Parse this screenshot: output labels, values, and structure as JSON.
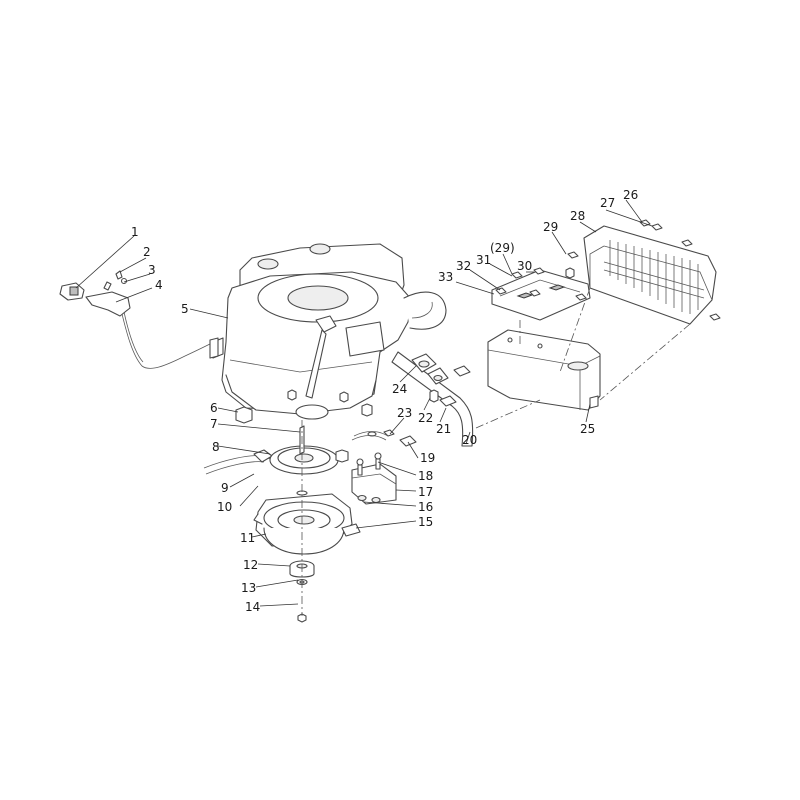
{
  "callouts": [
    {
      "id": "1",
      "text": "1"
    },
    {
      "id": "2",
      "text": "2"
    },
    {
      "id": "3",
      "text": "3"
    },
    {
      "id": "4",
      "text": "4"
    },
    {
      "id": "5",
      "text": "5"
    },
    {
      "id": "6",
      "text": "6"
    },
    {
      "id": "7",
      "text": "7"
    },
    {
      "id": "8",
      "text": "8"
    },
    {
      "id": "9",
      "text": "9"
    },
    {
      "id": "10",
      "text": "10"
    },
    {
      "id": "11",
      "text": "11"
    },
    {
      "id": "12",
      "text": "12"
    },
    {
      "id": "13",
      "text": "13"
    },
    {
      "id": "14",
      "text": "14"
    },
    {
      "id": "15",
      "text": "15"
    },
    {
      "id": "16",
      "text": "16"
    },
    {
      "id": "17",
      "text": "17"
    },
    {
      "id": "18",
      "text": "18"
    },
    {
      "id": "19",
      "text": "19"
    },
    {
      "id": "20",
      "text": "20"
    },
    {
      "id": "21",
      "text": "21"
    },
    {
      "id": "22",
      "text": "22"
    },
    {
      "id": "23",
      "text": "23"
    },
    {
      "id": "24",
      "text": "24"
    },
    {
      "id": "25",
      "text": "25"
    },
    {
      "id": "26",
      "text": "26"
    },
    {
      "id": "27",
      "text": "27"
    },
    {
      "id": "28",
      "text": "28"
    },
    {
      "id": "29",
      "text": "29"
    },
    {
      "id": "29b",
      "text": "(29)"
    },
    {
      "id": "30",
      "text": "30"
    },
    {
      "id": "31",
      "text": "31"
    },
    {
      "id": "32",
      "text": "32"
    },
    {
      "id": "33",
      "text": "33"
    }
  ]
}
